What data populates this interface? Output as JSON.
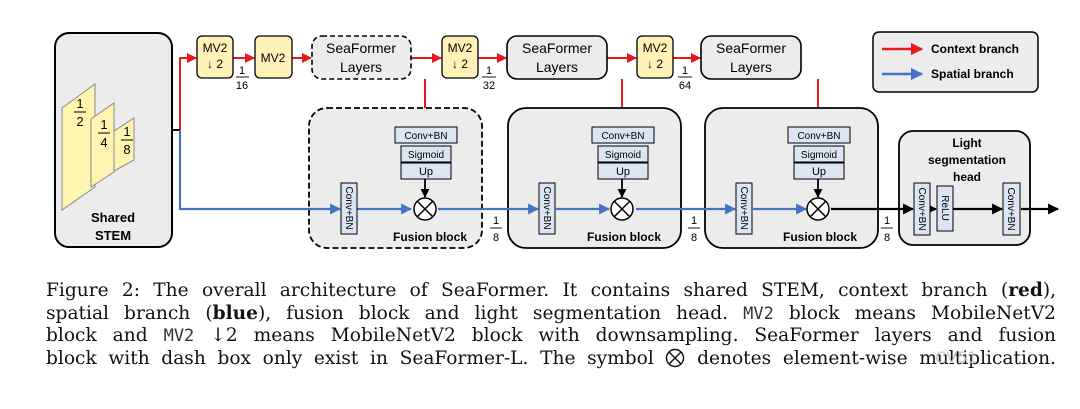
{
  "figure": {
    "stem": {
      "label_line1": "Shared",
      "label_line2": "STEM",
      "f1_num": "1",
      "f1_den": "2",
      "f2_num": "1",
      "f2_den": "4",
      "f3_num": "1",
      "f3_den": "8"
    },
    "context_row": {
      "mv2_down_line1": "MV2",
      "mv2_down_line2": "↓ 2",
      "mv2_label": "MV2",
      "seaformer_line1": "SeaFormer",
      "seaformer_line2": "Layers",
      "scale_num": "1",
      "scale_1_den": "16",
      "scale_2_den": "32",
      "scale_3_den": "64"
    },
    "fusion": {
      "conv_bn": "Conv+BN",
      "sigmoid": "Sigmoid",
      "up": "Up",
      "label": "Fusion block",
      "scale_num": "1",
      "scale_den": "8"
    },
    "head": {
      "title_line1": "Light",
      "title_line2": "segmentation",
      "title_line3": "head",
      "conv_bn": "Conv+BN",
      "relu": "ReLU",
      "scale_num": "1",
      "scale_den": "8"
    },
    "legend": {
      "context": "Context branch",
      "spatial": "Spatial branch"
    }
  },
  "caption": {
    "line1_a": "Figure 2: The overall architecture of SeaFormer. It contains shared STEM, context branch (",
    "line1_red": "red",
    "line1_b": "),",
    "line2_a": "spatial branch (",
    "line2_blue": "blue",
    "line2_b": "), fusion block and light segmentation head.",
    "line2_mono": "MV2",
    "line2_c": " block means MobileNetV2",
    "line3_a": "block and ",
    "line3_mono": "MV2",
    "line3_b": " ↓2 means MobileNetV2 block with downsampling. SeaFormer layers and fusion",
    "line4_a": "block with dash box only exist in SeaFormer-L. The symbol",
    "line4_b": "denotes element-wise multiplication."
  },
  "watermark": "CV51",
  "colors": {
    "context_arrow": "#e8191e",
    "spatial_arrow": "#4472c4",
    "block_fill": "#ececec",
    "mv2_fill": "#fff2b8",
    "stem_sheet": "#fff5b0",
    "fusion_box": "#dbe5f3"
  }
}
